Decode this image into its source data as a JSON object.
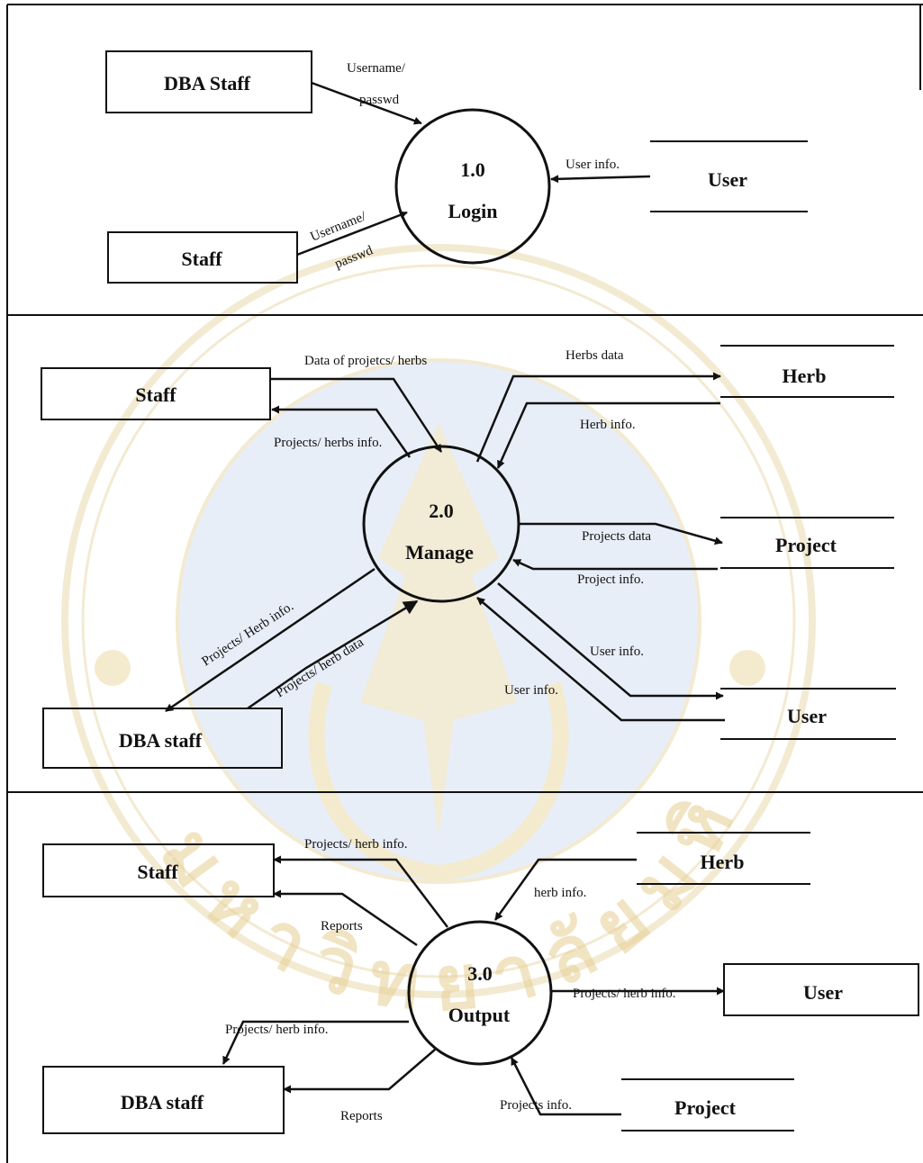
{
  "colors": {
    "ink": "#111111",
    "watermark_gold": "#e3c98a",
    "watermark_blue": "#c7d6ee"
  },
  "watermark": {
    "kind": "university-seal",
    "text": "มหาวิทยาลัยมหิดล"
  },
  "section1": {
    "entities": {
      "dba_staff": "DBA Staff",
      "staff": "Staff",
      "user": "User"
    },
    "process": {
      "number": "1.0",
      "name": "Login"
    },
    "flows": {
      "dba_user_l1": "Username/",
      "dba_user_l2": "passwd",
      "staff_user_l1": "Username/",
      "staff_user_l2": "passwd",
      "user_info": "User info."
    }
  },
  "section2": {
    "entities": {
      "staff": "Staff",
      "dba_staff": "DBA staff",
      "herb": "Herb",
      "project": "Project",
      "user": "User"
    },
    "process": {
      "number": "2.0",
      "name": "Manage"
    },
    "flows": {
      "data_projects_herbs": "Data of projetcs/ herbs",
      "projects_herbs_info": "Projects/ herbs info.",
      "herbs_data": "Herbs data",
      "herb_info": "Herb info.",
      "projects_data": "Projects data",
      "project_info": "Project info.",
      "user_info_out": "User info.",
      "user_info_in": "User info.",
      "projects_herb_info": "Projects/ Herb info.",
      "projects_herb_data": "Projects/ herb data"
    }
  },
  "section3": {
    "entities": {
      "staff": "Staff",
      "dba_staff": "DBA staff",
      "herb": "Herb",
      "user": "User",
      "project": "Project"
    },
    "process": {
      "number": "3.0",
      "name": "Output"
    },
    "flows": {
      "projects_herb_info_staff": "Projects/ herb info.",
      "reports_staff": "Reports",
      "herb_info": "herb info.",
      "projects_herb_info_user": "Projects/ herb info.",
      "projects_herb_info_dba": "Projects/ herb info.",
      "reports_dba": "Reports",
      "projects_info": "Projects info."
    }
  }
}
